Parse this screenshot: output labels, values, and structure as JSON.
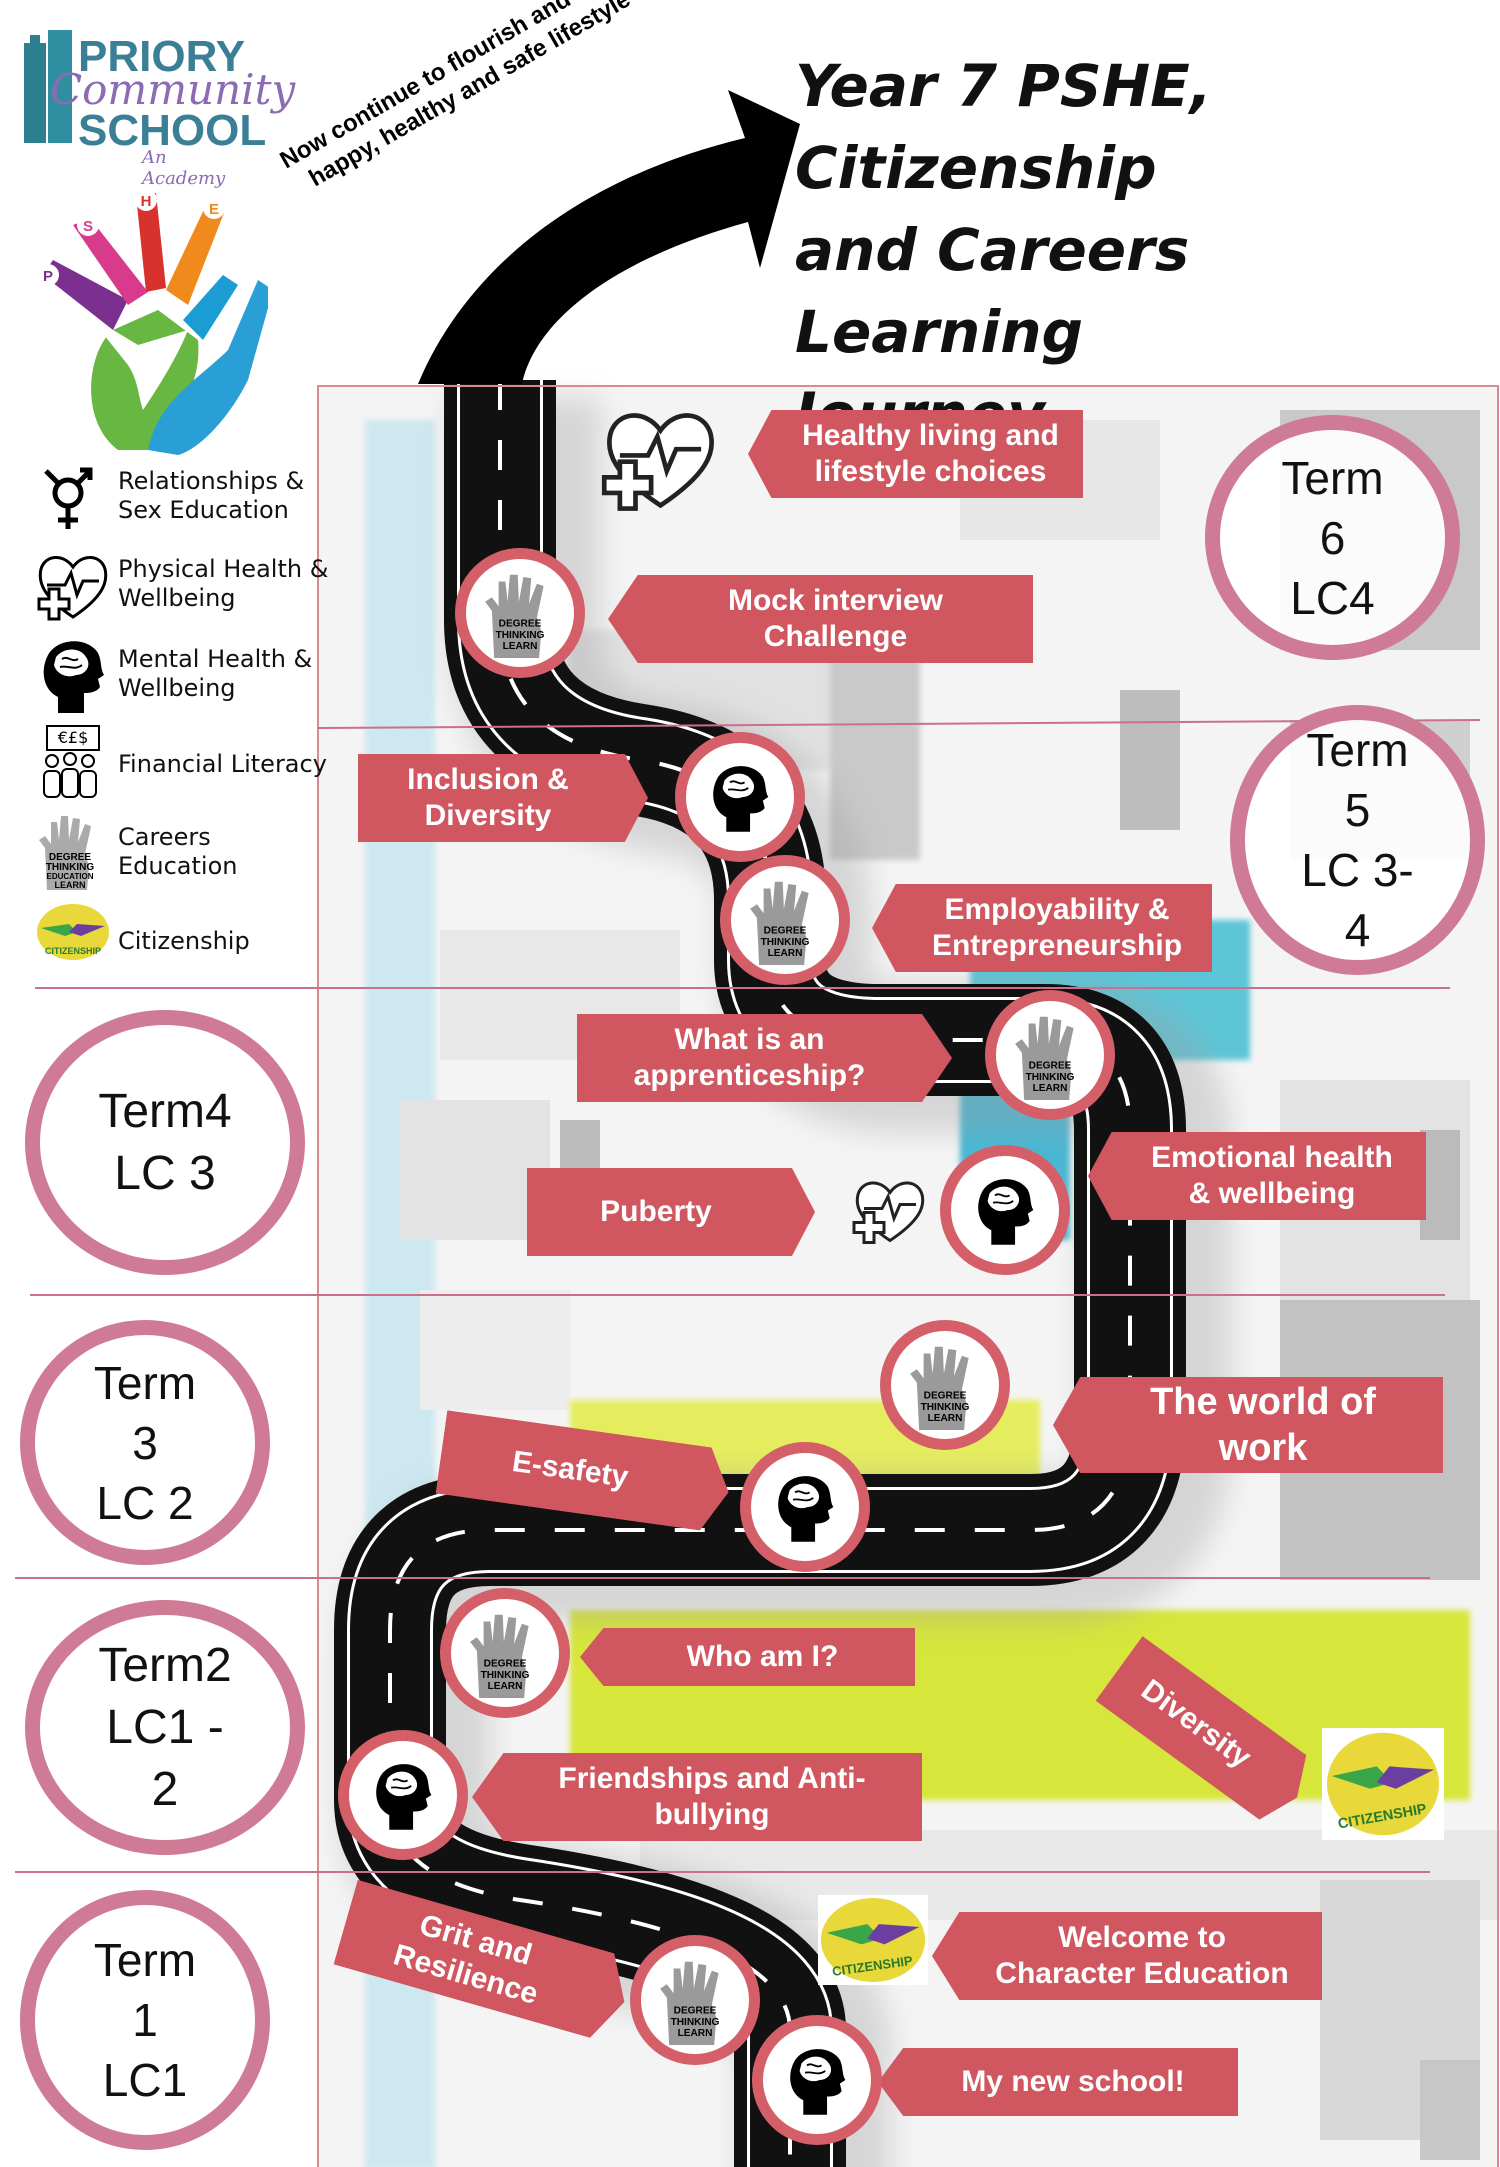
{
  "logo": {
    "line1": "PRIORY",
    "line2": "Community",
    "line3": "SCHOOL",
    "line4": "An Academy",
    "pshe_letters": [
      "P",
      "S",
      "H",
      "E"
    ]
  },
  "title": {
    "line1": "Year 7 PSHE, Citizenship",
    "line2": "and Careers Learning",
    "line3": "Journey"
  },
  "arrow_caption": {
    "line1": "Now continue to flourish and lead a",
    "line2": "happy, healthy and safe lifestyle"
  },
  "key": [
    {
      "icon": "gender-symbol-icon",
      "label": "Relationships &\nSex Education"
    },
    {
      "icon": "heart-health-icon",
      "label": "Physical Health &\nWellbeing"
    },
    {
      "icon": "brain-head-icon",
      "label": "Mental Health &\nWellbeing"
    },
    {
      "icon": "money-people-icon",
      "label": "Financial Literacy",
      "currency": "€£$"
    },
    {
      "icon": "careers-hand-icon",
      "label": "Careers\nEducation"
    },
    {
      "icon": "citizenship-hands-icon",
      "label": "Citizenship"
    }
  ],
  "terms": [
    {
      "id": "term6",
      "label": "Term\n6\nLC4"
    },
    {
      "id": "term5",
      "label": "Term\n5\nLC 3-\n4"
    },
    {
      "id": "term4",
      "label": "Term4\nLC 3"
    },
    {
      "id": "term3",
      "label": "Term\n3\nLC 2"
    },
    {
      "id": "term2",
      "label": "Term2\nLC1 -\n2"
    },
    {
      "id": "term1",
      "label": "Term\n1\nLC1"
    }
  ],
  "topics": [
    {
      "id": "healthy-living",
      "label": "Healthy living and\nlifestyle choices",
      "icon": "heart-health-icon"
    },
    {
      "id": "mock-interview",
      "label": "Mock interview\nChallenge",
      "icon": "careers-hand-icon"
    },
    {
      "id": "inclusion-diversity",
      "label": "Inclusion &\nDiversity",
      "icon": "brain-head-icon"
    },
    {
      "id": "employability",
      "label": "Employability &\nEntrepreneurship",
      "icon": "careers-hand-icon"
    },
    {
      "id": "apprenticeship",
      "label": "What is an\napprenticeship?",
      "icon": "careers-hand-icon"
    },
    {
      "id": "emotional-health",
      "label": "Emotional health\n& wellbeing",
      "icon": "brain-head-icon"
    },
    {
      "id": "puberty",
      "label": "Puberty",
      "icon": "heart-health-icon"
    },
    {
      "id": "world-of-work",
      "label": "The world of\nwork",
      "icon": "careers-hand-icon"
    },
    {
      "id": "e-safety",
      "label": "E-safety",
      "icon": "brain-head-icon"
    },
    {
      "id": "who-am-i",
      "label": "Who am I?",
      "icon": "careers-hand-icon"
    },
    {
      "id": "diversity",
      "label": "Diversity",
      "icon": "citizenship-hands-icon"
    },
    {
      "id": "friendships",
      "label": "Friendships and Anti-\nbullying",
      "icon": "brain-head-icon"
    },
    {
      "id": "character-education",
      "label": "Welcome to\nCharacter Education",
      "icon": "citizenship-hands-icon"
    },
    {
      "id": "grit-resilience",
      "label": "Grit and\nResilience",
      "icon": "careers-hand-icon"
    },
    {
      "id": "new-school",
      "label": "My new school!",
      "icon": "brain-head-icon"
    }
  ],
  "icon_text": {
    "careers_words": [
      "DEGREE",
      "THINKING",
      "EDUCATION",
      "LEARN"
    ],
    "citizenship_word": "CITIZENSHIP"
  },
  "colors": {
    "banner": "#d05760",
    "badge": "#d55f69",
    "term_ring": "#cf7b96",
    "divider": "#cc6f8c",
    "road": "#111111",
    "citizenship_yellow": "#e8d83a",
    "citizenship_green": "#3aa648",
    "citizenship_purple": "#6b3fa0"
  }
}
